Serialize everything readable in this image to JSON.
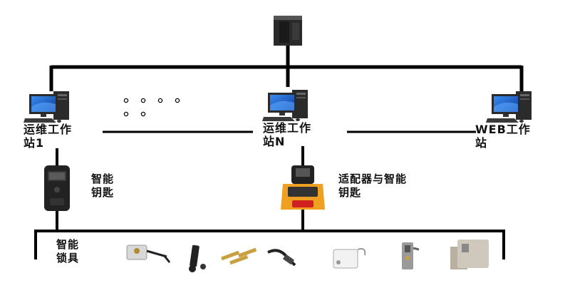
{
  "nodes": {
    "ops_station_1": {
      "label": "运维工作\n站1"
    },
    "ops_station_n": {
      "label": "运维工作\n站N"
    },
    "web_station": {
      "label": "WEB工作\n站"
    },
    "smart_key": {
      "label": "智能\n钥匙"
    },
    "adapter_and_key": {
      "label": "适配器与智能\n钥匙"
    },
    "smart_locks": {
      "label": "智能\n锁具"
    }
  },
  "lock_items": [
    "padlock",
    "rod-lock",
    "pin-locks",
    "cable-lock",
    "box-lock",
    "hasp-lock",
    "cabinet-lock"
  ],
  "colors": {
    "line": "#000000",
    "monitor": "#1a5fd0",
    "adapter": "#f0a020",
    "adapter_red": "#d02020"
  }
}
